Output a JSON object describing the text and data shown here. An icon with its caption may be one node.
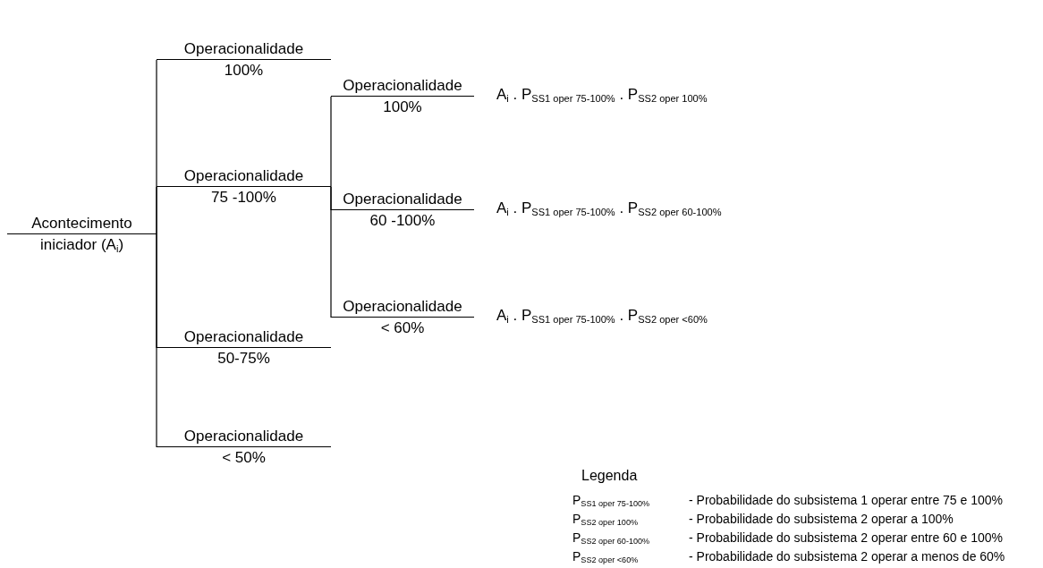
{
  "diagram": {
    "nodes": [
      {
        "text": [
          "Acontecimento iniciador (A$_{i}$)"
        ]
      },
      {
        "text": [
          "Operacionalidade 100%"
        ]
      },
      {
        "text": [
          "Operacionalidade 75 -100%"
        ]
      },
      {
        "text": [
          "Operacionalidade 100%"
        ],
        "beside": [
          "A$_{i}$ . P$_{SS1 oper 75-100%}$ . P$_{SS2 oper 100%}$"
        ]
      },
      {
        "text": [
          "Operacionalidade 60 -100%"
        ],
        "beside": [
          "A$_{i}$ . P$_{SS1 oper 75-100%}$ . P$_{SS2 oper 60-100%}$"
        ]
      },
      {
        "text": [
          "Operacionalidade < 60%"
        ],
        "beside": [
          "A$_{i}$ . P$_{SS1 oper 75-100%}$ . P$_{SS2 oper <60%}$"
        ]
      },
      {
        "text": [
          "Operacionalidade 50-75%"
        ]
      },
      {
        "text": [
          "Operacionalidade < 50%"
        ]
      }
    ],
    "edges": [
      {
        "from": 0,
        "to": 1,
        "arrow": "none"
      },
      {
        "from": 0,
        "to": 2,
        "arrow": "none"
      },
      {
        "from": 0,
        "to": 6,
        "arrow": "none"
      },
      {
        "from": 0,
        "to": 7,
        "arrow": "none"
      },
      {
        "from": 2,
        "to": 3,
        "arrow": "none"
      },
      {
        "from": 2,
        "to": 4,
        "arrow": "none"
      },
      {
        "from": 2,
        "to": 5,
        "arrow": "none"
      }
    ],
    "labels": [
      "Legenda",
      "P$_{SS1 oper 75-100%}$",
      "- Probabilidade do subsistema 1 operar entre 75 e 100%",
      "P$_{SS2 oper 100%}$",
      "- Probabilidade do subsistema 2 operar a 100%",
      "P$_{SS2 oper 60-100%}$",
      "- Probabilidade do subsistema 2 operar entre 60 e 100%",
      "P$_{SS2 oper <60%}$",
      "- Probabilidade do subsistema 2 operar a menos de 60%"
    ]
  }
}
